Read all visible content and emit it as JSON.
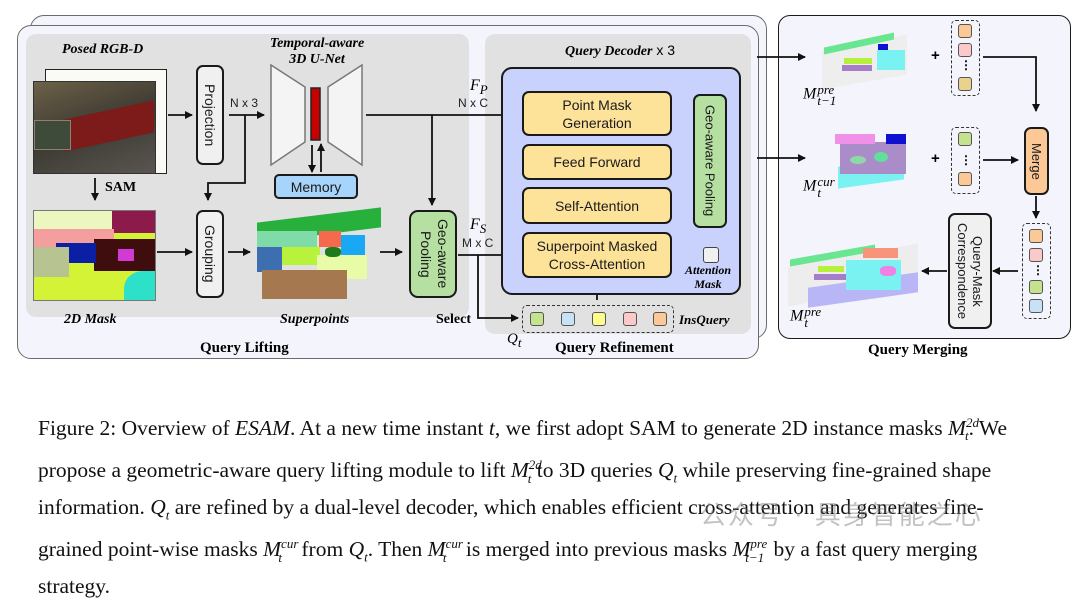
{
  "figure": {
    "query_lifting": {
      "title": "Query Lifting",
      "posed_rgbd_label": "Posed RGB-D",
      "sam_label": "SAM",
      "mask2d_label": "2D Mask",
      "projection_label": "Projection",
      "nx3_label": "N x 3",
      "unet_label_line1": "Temporal-aware",
      "unet_label_line2": "3D U-Net",
      "memory_label": "Memory",
      "grouping_label": "Grouping",
      "superpoints_label": "Superpoints",
      "geo_pooling_label": "Geo-aware Pooling",
      "select_label": "Select"
    },
    "query_refinement": {
      "title": "Query Refinement",
      "decoder_label": "Query Decoder",
      "decoder_repeat": "x 3",
      "fp_label": "F",
      "fp_sub": "P",
      "fp_dim": "N x C",
      "fs_label": "F",
      "fs_sub": "S",
      "fs_dim": "M x C",
      "blocks": [
        "Point Mask Generation",
        "Feed Forward",
        "Self-Attention",
        "Superpoint Masked Cross-Attention"
      ],
      "block_lines": {
        "pmg_1": "Point Mask",
        "pmg_2": "Generation",
        "ff": "Feed Forward",
        "sa": "Self-Attention",
        "smca_1": "Superpoint Masked",
        "smca_2": "Cross-Attention"
      },
      "geo_pooling_label": "Geo-aware Pooling",
      "attention_mask_line1": "Attention",
      "attention_mask_line2": "Mask",
      "insquery_label": "InsQuery",
      "qt_label": "Q",
      "qt_sub": "t",
      "query_colors": [
        "#c5e38e",
        "#c7e1f7",
        "#fdfd8e",
        "#fcc9cb",
        "#fcc896"
      ]
    },
    "query_merging": {
      "title": "Query Merging",
      "m_prev_label": "M",
      "m_prev_sup": "pre",
      "m_prev_sub": "t−1",
      "m_cur_label": "M",
      "m_cur_sup": "cur",
      "m_cur_sub": "t",
      "m_new_label": "M",
      "m_new_sup": "pre",
      "m_new_sub": "t",
      "plus": "+",
      "ellipsis": "⋮",
      "merge_label": "Merge",
      "correspondence_label": "Query-Mask Correspondence",
      "prev_query_colors": [
        "#fcc896",
        "#fcc9cb",
        "#e8d28c"
      ],
      "cur_query_colors": [
        "#c5e38e",
        "#fcc896"
      ],
      "merged_query_colors": [
        "#fcc896",
        "#fcc9cb",
        "#c5e38e",
        "#c7e1f7"
      ]
    }
  },
  "caption": {
    "prefix": "Figure 2: Overview of ",
    "model": "ESAM",
    "s1": ". At a new time instant ",
    "t": "t",
    "s2": ", we first adopt SAM to generate 2D instance masks ",
    "s3": ". We propose a geometric-aware query lifting module to lift ",
    "s4": " to 3D queries ",
    "s5": " while preserving fine-grained shape information. ",
    "s6": " are refined by a dual-level decoder, which enables efficient cross-attention and generates fine-grained point-wise masks ",
    "s7": " from ",
    "s8": ". Then ",
    "s9": " is merged into previous masks ",
    "s10": " by a fast query merging strategy.",
    "M": "M",
    "Q": "Q",
    "sub_t": "t",
    "sub_t1": "t−1",
    "sup_2d": "2d",
    "sup_cur": "cur",
    "sup_pre": "pre"
  },
  "watermark": "公众号 · 具身智能之心"
}
